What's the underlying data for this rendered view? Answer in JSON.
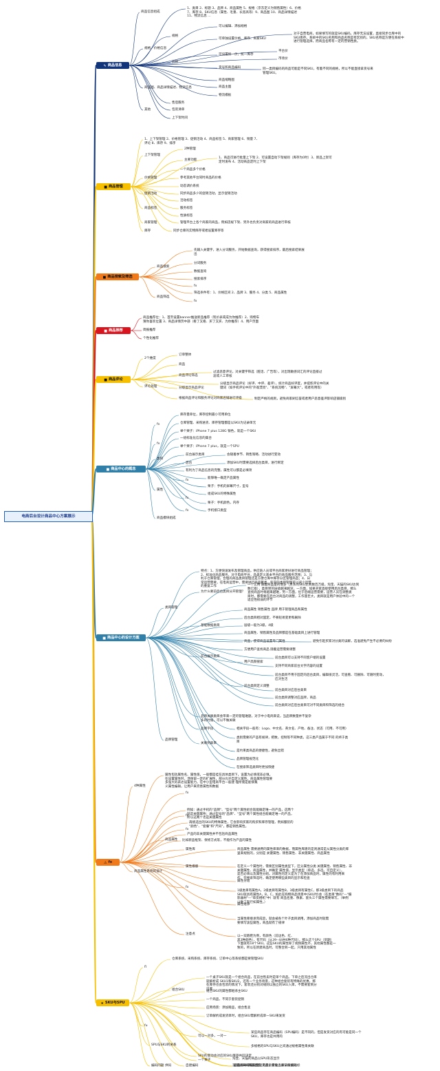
{
  "root": "电商后台设计商品中心方案展示",
  "colors": {
    "navy": "#12357a",
    "yellow": "#f6c000",
    "orange": "#f07a1a",
    "red": "#d8141e",
    "cyan": "#2f7fa9",
    "root_border": "#1f5fbf"
  },
  "branches": {
    "b1": {
      "label": "商品信息",
      "icon": "pencil-icon",
      "nodes": [
        "商品信息组成",
        "1、类目 2、标题 3、品牌 4、商品属性 5、规格（京东定义为销售属性）6、价格\n7、库存 8、SKU信息（属性、毛重、长宽高等）9、商品图 10、商品详情描述\n11、物流信息 ...",
        "规格、价格信息",
        "规格",
        "可以编辑、添加规格",
        "可单独设置价格、库存、商家SKU",
        "对于自营电商，如果填写的就是SKU编码，库存无法设置，直接同步仓库中的\nSKU库存。系统中的SKU名称和商品名称是有区别的，SKU名称是方便在系统中\n进行管理选择，而商品名称有一定的营销性质。",
        "价格",
        "可设置统一价，统一库存",
        "平台价",
        "市场价",
        "货号和商品编码",
        "同一类目编码的商品可能是不同SKU，有着不同的规格，所以不能直接拿货号来\n管理SKU。",
        "商品图、商品详情描述、物流信息",
        "商品缩略图",
        "商品主图",
        "物流模板",
        "其他",
        "售后服务",
        "包装清单",
        "上下架时间"
      ]
    },
    "b2": {
      "label": "商品管理",
      "icon": "yellow-square-icon",
      "nodes": [
        "1、上下架管理 2、价格管理 3、促销活动 4、商品标签 5、商家管理 6、销量 7、\n评论 8、库存 9、排序",
        "上下架管理",
        "2种管理",
        "主要功能",
        "1、商品可进行批量上下架 2、可设置自动下架规则（库存为0时）3、新品上架可\n定时发布 4、活动商品定时上下架",
        "价格管理",
        "一个商品多个价格",
        "参考其他平台同时商品的价格",
        "动态调价系统",
        "促销活动",
        "同步商品多少的促销活动，显示促销活动",
        "商品标签",
        "活动标签",
        "服务标签",
        "性质标签",
        "商家管理",
        "管理平台上各个商家的商品，例如违规下架、另外也负责对商家的商品进行审核",
        "库存",
        "同步仓库的实物库存或者设置库存等"
      ]
    },
    "b3": {
      "label": "商品搜索及筛选",
      "icon": "orange-square-icon",
      "nodes": [
        "商品搜索",
        "先输入关键字，进入分词服务，开始数据查询，获得搜索排序，最后搜索结果展\n出",
        "分词服务",
        "数据查询",
        "搜索排序",
        "fx",
        "商品筛选",
        "筛选条件有：1、价格区间 2、品牌 3、服务 4、分类 5、商品属性",
        "fx"
      ]
    },
    "b4": {
      "label": "商品推荐",
      "icon": "red-square-icon",
      "nodes": [
        "商品推荐位：1、首页设置banner推送新品推荐（现价表或成为你推荐）2、购物车\n猜你喜欢位置 3、商品详情页中部（看了又看、买了又买、为你推荐）4、用户页面",
        "简报推荐",
        "个性化推荐"
      ]
    },
    "b5": {
      "label": "商品评论",
      "icon": "yellow-square-icon",
      "nodes": [
        "2个维度",
        "订单整体",
        "商品",
        "商品评论筛选",
        "过滤恶意评论，对关键字筛选（脏话、广告等），对出现敏感词汇的评论直接过\n滤或人工审核",
        "评论处理",
        "分级显示商品评论",
        "分级显示商品评论（好评、中评、差评），统计商品好评度，并提炼评论中的关\n键词（如手机评论中的\"外观漂亮\"、\"系统流畅\"、\"屏幕大\"，或者有用等）",
        "根据商品评论和服务评论对商家店铺进行评级",
        "制定严格的规则，避免商家刷信誉或者用户恶意差评影响店铺级别"
      ]
    },
    "b6": {
      "label": "商品中心的概念",
      "icon": "cyan-square-icon",
      "nodes": [
        "fx",
        "库存量单位，库存控制最小可用单位",
        "仓库管理、采购进货、库存管理都是以SKU为记录单元",
        "举个栗子：iPhone 7 plus 128G 银色，就是一个SKU",
        "fx",
        "一组标准化信息的集合",
        "举个栗子：iPhone 7 plus，就是一个SPU",
        "类目",
        "前台展示类目",
        "会随着季节、销售策略、活动进行变动",
        "后台",
        "添加SKU时需要选择后台类目，进行绑定",
        "属性",
        "有利为了商品信息的完整，属性可以都是必填项",
        "fx",
        "能够唯一确定产品属性",
        "栗子：手机的屏幕尺寸，型号",
        "fx",
        "组成SKU的特殊属性",
        "栗子：手机颜色，内存",
        "fx",
        "手机接口类型",
        "商品模块组成"
      ]
    },
    "b7": {
      "label": "商品中心的设计方案",
      "icon": "cyan-square-icon",
      "nodes": [
        "类目管理",
        "特点：1、方便快速发布及管理商品，供应链人员或平台商家更好进行商品管理；\n2、标准化商品服务，对于电商平台，品类定义基本平台的商品服务范围；3、与\n利于仓库管理，合理的商品类目管理还是方便仓库中库存分区管理商品；4、日\n常运营需要，在电商运营中，需要进行商品聚类，科学的类目管理可以减少运营\n的重复工作",
        "为什么要前后台类目分开管理？",
        "一个实例 随着商品量的增多（京东的SKU达到数百万级，淘宝、天猫的SKU达到\n数亿级），类目转的层级越来越深，一方面，如果买家直接使用后台类目，那么\n查找商品时将越来越难，另一方面，位于后端运营需要，运营人员在调整类\n目时，都需要在后台对商品的调整，工作量巨大，类目就是用户体验中的一个\n适应性很弱的环节",
        "基础数据类目",
        "商品属性 销售属性 品牌 用于管理商品和属性",
        "后台类目相对固定，不要轻易变更和删除",
        "层级一般为3级，4级",
        "商品属性、销售属性及品牌都是在基础类目上进行管理",
        "商品，使得商品设置专门属性",
        "避免引起买家对分类的误解，选准避免产生不必要的纠纷",
        "前台展示类目",
        "方便用户查找商品 随着运营需要调整",
        "用户高频搜索",
        "前台类目可以支持不同客户端的设置",
        "支持不同商家前台文字内容的设置",
        "前台类目定义调整",
        "前台类目不用于固定的后台类目，编辑很灵活，可查看、可删除、可随时变动，\n应对生活",
        "前台类目对应后台类目",
        "前台类目调整对应品牌，商品",
        "前台类目对应后台类目可对不同类目和筛选的组合",
        "品牌管理",
        "品牌关联类目会带来一定的管理难题，对于中小电商来说，当品牌数量并不复杂\n多的时候，可以不做关联",
        "品牌字段",
        "相关字段一般有：Logo、中文名、英文名、产地、备注、状态（可用、不可用）",
        "关联到类目",
        "类别需要的产品有规律，把数，控制等不同种类，这三类产品属于不同 的终于类\n目",
        "是约束类商品的便捷性，避免出错",
        "品牌管理规范化",
        "在搜索筛选类目时更加快捷"
      ]
    },
    "b8": {
      "label": "fx",
      "icon": "warning-icon",
      "nodes": [
        "4种属性",
        "属性包括属性名、属性值，一般都是挂在具体类目下，设置为必填或非必填。\n在设置属性时，须保留一定的扩展性，部分允许自定义属性，商品属性管理要\n多强大的表达设置能力。在中小型电商平台一般建 理所需是能够集\n义属性编辑，让用户来完善属性和数据",
        "fx",
        "例如：通过手机的\"品牌\"、\"型号\"两个属性组合就能确定唯一的产品，这两个\n就是关键属性；通过型号的\"品牌\"、\"型号\"两个属性组合能确定唯一的产品，\n所以这两个也是关键属性",
        "fx",
        "再挑选出的SKU的特殊属性，它会影响买家的购买和库存管理，例如服装的\n\"颜色\"、\"套餐\"和\"尺码\"，都是销售属性。",
        "fx",
        "产品的非关键属性并不包括商品属性",
        "商品属性",
        "比如新品框架、保修方式等，不能作为产品的属性",
        "商品属性系统的设计",
        "属性库",
        "商品属性 需要通用的属性库来的数据，而属性库建的是则通常是从属性分类的库\n里来规划的，分别是 关键属性、销售属性、非关键属性、商品属性",
        "属性模版",
        "在定义一个属性时，需要区别属性类型下，区分属性分类 关键属性、销售属性、非\n关键属性、商品属性，并确定 属性值，显示类型（单选、多选、可自定义），\n是否必填以及属性分组。对属性的定义是为了在添加商品时，属性的有利用来\n作，在搜索筛选时，确定使用哪些类目的显示和检查",
        "fx",
        "属性分组",
        "属性继承",
        "1级类目有属性A，2级类目有属性B，3级类目有属性C，那3级类目下的商品\nSKU就具有属性A，B，C，如此在购物商品场景中(SKU时)会（在类目\"数码\"—\"摄\n影器材\"—\"单反相机\"中）就有 商品名重、像素、套头三个属性需要填写。（举例\n以数了就行如属性。）",
        "当属性库继承完成后，就会被各个叶子类目调用，添加商品时就需\n要填写该些属性，商品就有了规律",
        "注意点",
        "以一双跑鞋为例，有颜色（前边色、红、\n黑3种颜色），有尺码（从39--44共6种尺码），那么这个SPU（货期）\n下面就有18个SKU。这些SKU的属性除了视频属性外，其他属性都是一\n致的，所以在新建商品时，可整合到一起，只用其他属性"
      ]
    },
    "b9": {
      "label": "SKU与SPU",
      "icon": "star-icon",
      "nodes": [
        "fl",
        "仓库系统、采购系统、库存系统、订单中心等系统都是要管理SKU",
        "组合SKU",
        "一个桌子SKU就是一个组合商品，在前台售卖时是单个商品。下单之后流出仓库\n就解析成 SKU1和SKU2，还有一个业务场景，这种组合套装有特殊的优惠，那\n在库存也会包装的情况下，套装还分别对规则以独立的SKU入库，不需要套到分\n出库",
        "组合SKU的属性都继承主SKU",
        "一个商品，不同于套装促销",
        "应用场景：添加赠品，组合售卖",
        "订单解析成发货单时，组合SKU需解析成单一SKU来发货",
        "fu",
        "SPU与SKU的关系",
        "可以一对多，一对一",
        "某些商品存在商品编码（SPU编码）是不同的，但是发货对应的有可能是同一个\nSKU，库存也是共用的",
        "多规格的SPU与SKU之间通过规格属性来关联",
        "SPU的变动会对应的SKU库存共同决定",
        "一个栗子",
        "淘宝、天猫的商品以SPU形态显示",
        "京东以SKU形态显示",
        "编码问题",
        "自建编码",
        "自家的SKU编码管理商品，需要入库前重新贴标",
        "供码",
        "商品条码等的处理，无需重新贴自家SKU编码"
      ]
    }
  }
}
